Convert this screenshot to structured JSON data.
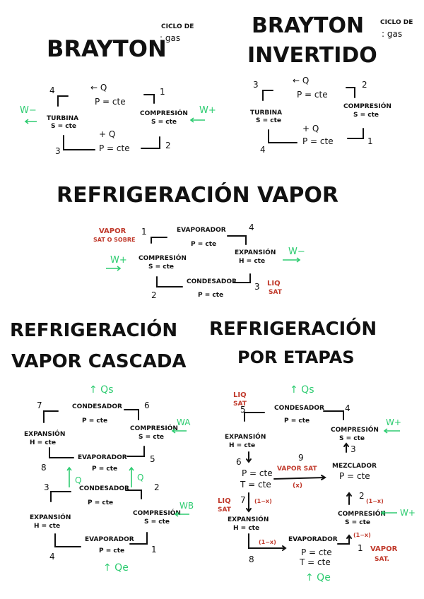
{
  "brayton": {
    "title": "BRAYTON",
    "note_line1": "CICLO DE",
    "note_line2": ": gas",
    "heat_top": "← Q",
    "p_top": "P = cte",
    "heat_bottom": "+ Q",
    "p_bottom": "P = cte",
    "turbina": "TURBINA",
    "turbina_s": "S = cte",
    "compresion": "COMPRESIÓN",
    "compresion_s": "S = cte",
    "w_left": "W−",
    "w_right": "W+",
    "n1": "1",
    "n2": "2",
    "n3": "3",
    "n4": "4"
  },
  "brayton_inv": {
    "title_line1": "BRAYTON",
    "title_line2": "INVERTIDO",
    "note_line1": "CICLO DE",
    "note_line2": ": gas",
    "heat_top": "← Q",
    "p_top": "P = cte",
    "heat_bottom": "+ Q",
    "p_bottom": "P = cte",
    "turbina": "TURBINA",
    "turbina_s": "S = cte",
    "compresion": "COMPRESIÓN",
    "compresion_s": "S = cte",
    "n1": "1",
    "n2": "2",
    "n3": "3",
    "n4": "4"
  },
  "vapor": {
    "title": "REFRIGERACIÓN VAPOR",
    "vapor_label1": "VAPOR",
    "vapor_label2": "SAT O SOBRE",
    "evaporador": "EVAPORADOR",
    "evaporador_p": "P = cte",
    "compresion": "COMPRESIÓN",
    "compresion_s": "S = cte",
    "expansion": "EXPANSIÓN",
    "expansion_h": "H = cte",
    "condensador": "CONDESADOR",
    "condensador_p": "P = cte",
    "w_left": "W+",
    "w_right": "W−",
    "liq1": "LIQ",
    "liq2": "SAT",
    "n1": "1",
    "n2": "2",
    "n3": "3",
    "n4": "4"
  },
  "cascada": {
    "title_line1": "REFRIGERACIÓN",
    "title_line2": "VAPOR CASCADA",
    "qs": "↑ Qs",
    "qe": "↑ Qe",
    "condensador_top": "CONDESADOR",
    "condensador_top_p": "P = cte",
    "expansion_top": "EXPANSIÓN",
    "expansion_top_h": "H = cte",
    "compresion_top": "COMPRESIÓN",
    "compresion_top_s": "S = cte",
    "wa": "WA",
    "evaporador_mid": "EVAPORADOR",
    "evaporador_mid_p": "P = cte",
    "condensador_mid": "CONDESADOR",
    "condensador_mid_p": "P = cte",
    "q_left": "Q",
    "q_right": "Q",
    "expansion_bot": "EXPANSIÓN",
    "expansion_bot_h": "H = cte",
    "compresion_bot": "COMPRESIÓN",
    "compresion_bot_s": "S = cte",
    "wb": "WB",
    "evaporador_bot": "EVAPORADOR",
    "evaporador_bot_p": "P = cte",
    "n1": "1",
    "n2": "2",
    "n3": "3",
    "n4": "4",
    "n5": "5",
    "n6": "6",
    "n7": "7",
    "n8": "8"
  },
  "etapas": {
    "title_line1": "REFRIGERACIÓN",
    "title_line2": "POR ETAPAS",
    "qs": "↑ Qs",
    "qe": "↑ Qe",
    "liq_top1": "LIQ",
    "liq_top2": "SAT",
    "condensador": "CONDESADOR",
    "condensador_p": "P = cte",
    "expansion_top": "EXPANSIÓN",
    "expansion_top_h": "H = cte",
    "compresion_top": "COMPRESIÓN",
    "compresion_top_s": "S = cte",
    "w_top": "W+",
    "pcte": "P = cte",
    "tcte": "T = cte",
    "vapor_sat": "VAPOR SAT",
    "x": "(x)",
    "mezclador": "MEZCLADOR",
    "mezclador_p": "P = cte",
    "liq_mid1": "LIQ",
    "liq_mid2": "SAT",
    "one_minus_x": "(1−x)",
    "expansion_bot": "EXPANSIÓN",
    "expansion_bot_h": "H = cte",
    "compresion_bot": "COMPRESIÓN",
    "compresion_bot_s": "S = cte",
    "w_bot": "W+",
    "evaporador": "EVAPORADOR",
    "evaporador_p": "P = cte",
    "evaporador_t": "T = cte",
    "vapor_sat_bottom1": "VAPOR",
    "vapor_sat_bottom2": "SAT.",
    "n1": "1",
    "n2": "2",
    "n3": "3",
    "n4": "4",
    "n5": "5",
    "n6": "6",
    "n7": "7",
    "n8": "8",
    "n9": "9"
  }
}
